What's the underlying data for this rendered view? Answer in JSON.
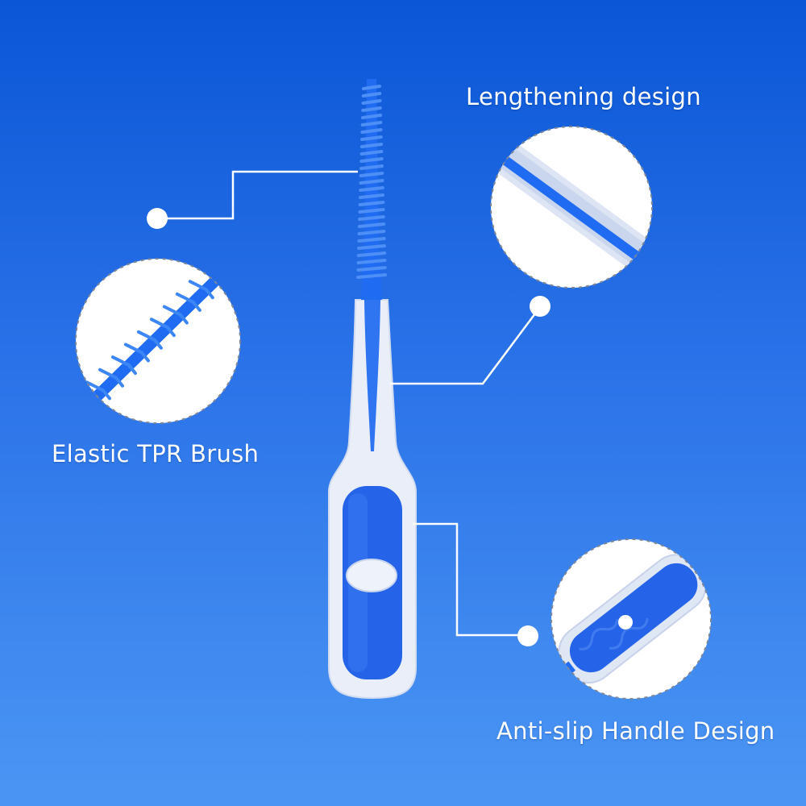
{
  "labels": {
    "brush": "Elastic TPR Brush",
    "length": "Lengthening design",
    "handle": "Anti-slip Handle Design"
  },
  "colors": {
    "background_top": "#0a56d6",
    "background_bottom": "#4b96f4",
    "product_blue": "#1f6bf2",
    "handle_white": "#e9eef8",
    "callout_line": "#ffffff"
  },
  "icons": {
    "callout_dot": "white-dot-icon",
    "detail_circle": "magnifier-circle-icon"
  }
}
